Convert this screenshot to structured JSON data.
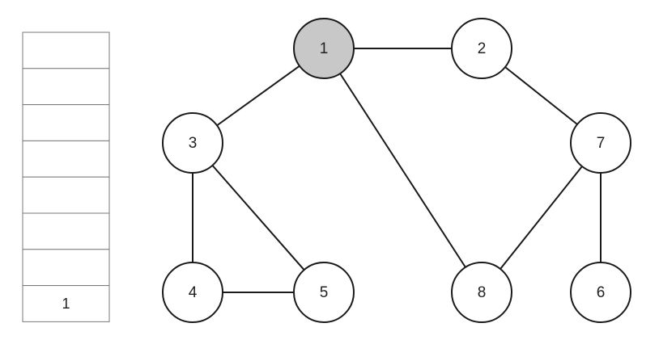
{
  "stack": {
    "cells": [
      "",
      "",
      "",
      "",
      "",
      "",
      "",
      "1"
    ]
  },
  "graph": {
    "nodes": [
      {
        "id": "1",
        "label": "1",
        "highlighted": true
      },
      {
        "id": "2",
        "label": "2",
        "highlighted": false
      },
      {
        "id": "3",
        "label": "3",
        "highlighted": false
      },
      {
        "id": "4",
        "label": "4",
        "highlighted": false
      },
      {
        "id": "5",
        "label": "5",
        "highlighted": false
      },
      {
        "id": "6",
        "label": "6",
        "highlighted": false
      },
      {
        "id": "7",
        "label": "7",
        "highlighted": false
      },
      {
        "id": "8",
        "label": "8",
        "highlighted": false
      }
    ],
    "edges": [
      [
        "1",
        "2"
      ],
      [
        "1",
        "3"
      ],
      [
        "1",
        "8"
      ],
      [
        "2",
        "7"
      ],
      [
        "3",
        "4"
      ],
      [
        "3",
        "5"
      ],
      [
        "4",
        "5"
      ],
      [
        "7",
        "8"
      ],
      [
        "7",
        "6"
      ]
    ]
  },
  "colors": {
    "highlight_fill": "#c8c8c8",
    "node_fill": "#ffffff",
    "stroke": "#1a1a1a"
  }
}
